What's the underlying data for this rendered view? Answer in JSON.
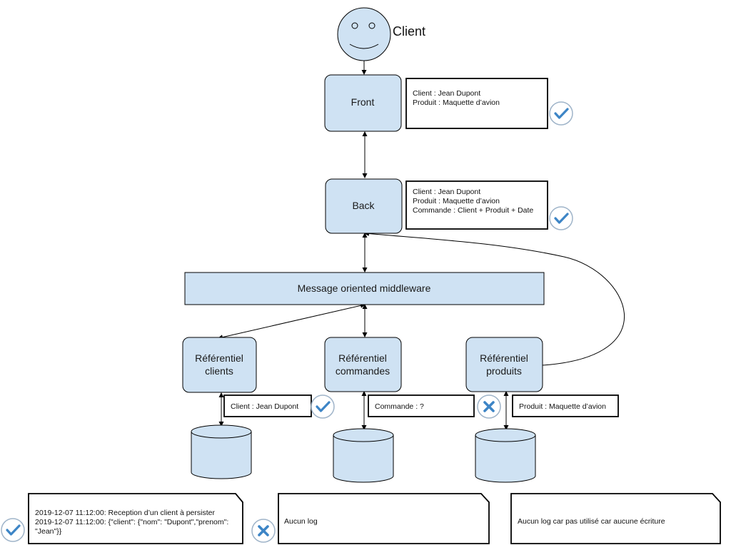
{
  "colors": {
    "box_fill": "#cfe2f3",
    "stroke": "#000000",
    "status_ok": "#3d85c6",
    "status_ko": "#3d85c6"
  },
  "client": {
    "label": "Client",
    "icon": "smiley-face-icon"
  },
  "components": {
    "front": {
      "label": "Front"
    },
    "back": {
      "label": "Back"
    },
    "middleware": {
      "label": "Message oriented middleware"
    },
    "ref_clients": {
      "line1": "Référentiel",
      "line2": "clients"
    },
    "ref_commandes": {
      "line1": "Référentiel",
      "line2": "commandes"
    },
    "ref_produits": {
      "line1": "Référentiel",
      "line2": "produits"
    }
  },
  "notes": {
    "front": {
      "lines": [
        "Client : Jean Dupont",
        "Produit : Maquette d’avion"
      ],
      "status": "ok"
    },
    "back": {
      "lines": [
        "Client : Jean Dupont",
        "Produit : Maquette d’avion",
        "Commande : Client + Produit + Date"
      ],
      "status": "ok"
    },
    "ref_clients": {
      "lines": [
        "Client : Jean Dupont"
      ],
      "status": "ok"
    },
    "ref_commandes": {
      "lines": [
        "Commande : ?"
      ],
      "status": "ko"
    },
    "ref_produits": {
      "lines": [
        "Produit : Maquette d’avion"
      ],
      "status": "ko"
    }
  },
  "logs": {
    "clients": {
      "lines": [
        "2019-12-07 11:12:00: Reception d’un client à persister",
        "2019-12-07 11:12:00: {\"client\": {\"nom\": \"Dupont\",\"prenom\":",
        "\"Jean\"}}"
      ],
      "status": "ok"
    },
    "commandes": {
      "lines": [
        "Aucun log"
      ],
      "status": "ko"
    },
    "produits": {
      "lines": [
        "Aucun log car pas utilisé car aucune écriture"
      ]
    }
  }
}
